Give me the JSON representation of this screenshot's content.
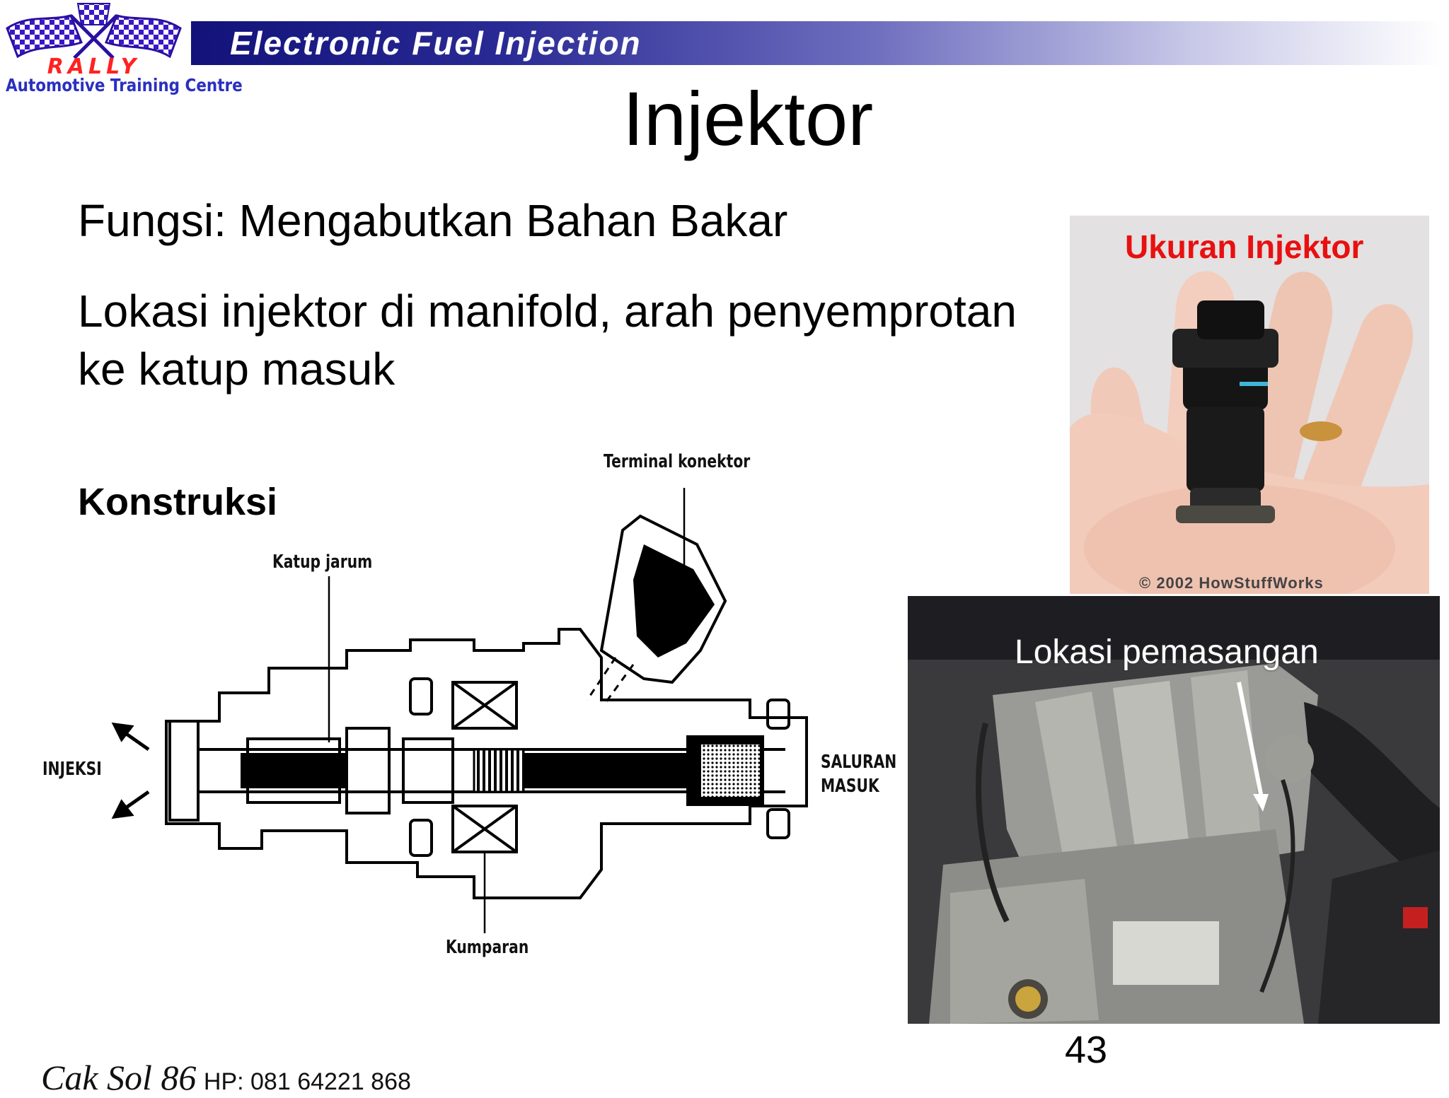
{
  "header": {
    "title": "Electronic Fuel Injection"
  },
  "logo": {
    "brand": "RALLY",
    "subtitle": "Automotive Training Centre"
  },
  "slide": {
    "title": "Injektor",
    "function_text": "Fungsi: Mengabutkan Bahan Bakar",
    "location_line1": "Lokasi injektor di manifold, arah penyemprotan",
    "location_line2": "ke katup masuk",
    "construction_heading": "Konstruksi"
  },
  "diagram": {
    "labels": {
      "terminal": "Terminal konektor",
      "needle_valve": "Katup jarum",
      "injection": "INJEKSI",
      "inlet_line1": "SALURAN",
      "inlet_line2": "MASUK",
      "coil": "Kumparan"
    }
  },
  "photos": {
    "hand": {
      "caption": "Ukuran Injektor",
      "copyright": "© 2002 HowStuffWorks"
    },
    "engine": {
      "caption": "Lokasi pemasangan"
    }
  },
  "page_number": "43",
  "footer": {
    "author": "Cak Sol 86",
    "phone": "HP: 081 64221 868"
  },
  "colors": {
    "header_dark": "#12127a",
    "caption_red": "#e81010",
    "logo_red": "#ff2222",
    "logo_blue": "#2a30c0"
  }
}
